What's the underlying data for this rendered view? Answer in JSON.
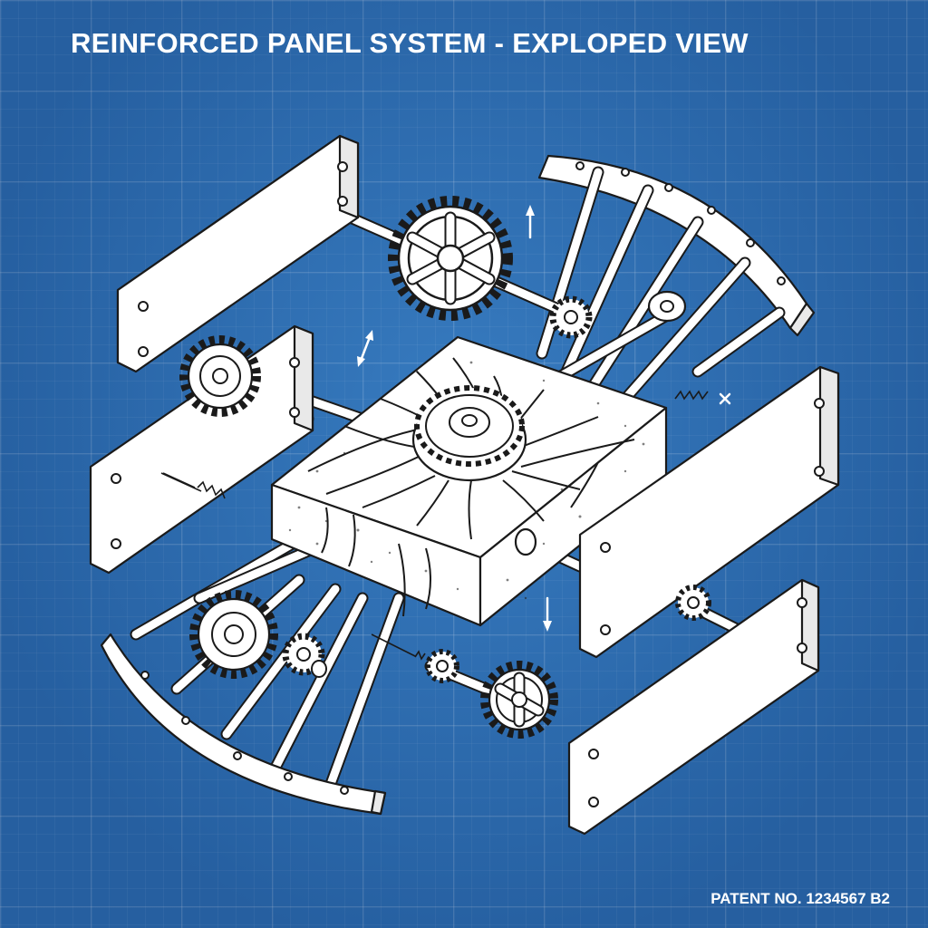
{
  "title": "REINFORCED PANEL SYSTEM - EXPLOPED VIEW",
  "patent": "PATENT NO. 1234567 B2",
  "colors": {
    "background": "#2f72b6",
    "grid": "#ffffff",
    "line": "#1a1a1a",
    "part_fill": "#ffffff"
  },
  "parts": [
    "top-left-panel",
    "mid-left-panel",
    "right-panel",
    "bottom-right-panel",
    "top-right-curved-frame",
    "bottom-left-curved-frame",
    "concrete-core-block",
    "center-gear",
    "top-large-gear",
    "left-gear",
    "bottom-left-gear",
    "bottom-right-gear",
    "small-gears",
    "axle-rods",
    "springs",
    "direction-arrows"
  ]
}
